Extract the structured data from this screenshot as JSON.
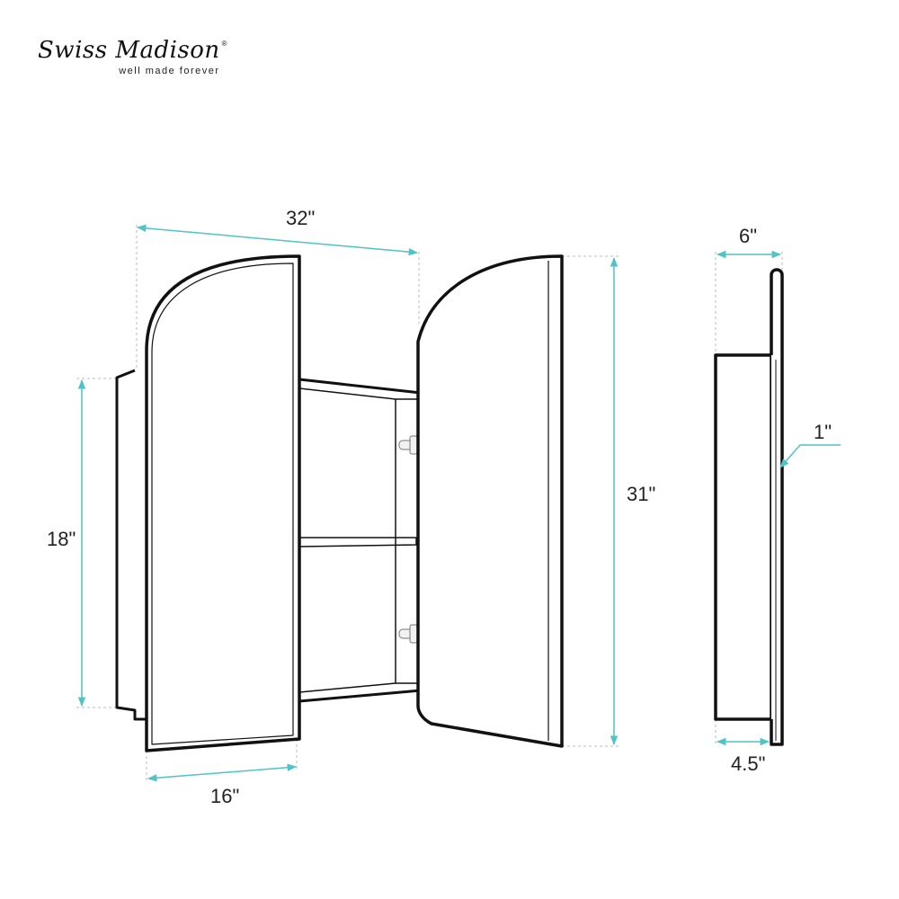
{
  "brand": {
    "name": "Swiss Madison",
    "tagline": "well made forever",
    "registered": "®"
  },
  "dimensions": {
    "total_width": "32\"",
    "door_width": "16\"",
    "cabinet_height": "18\"",
    "total_height": "31\"",
    "total_depth": "6\"",
    "body_depth": "4.5\"",
    "door_thickness": "1\""
  },
  "colors": {
    "dimension_line": "#4fc3c6",
    "outline": "#111111"
  }
}
